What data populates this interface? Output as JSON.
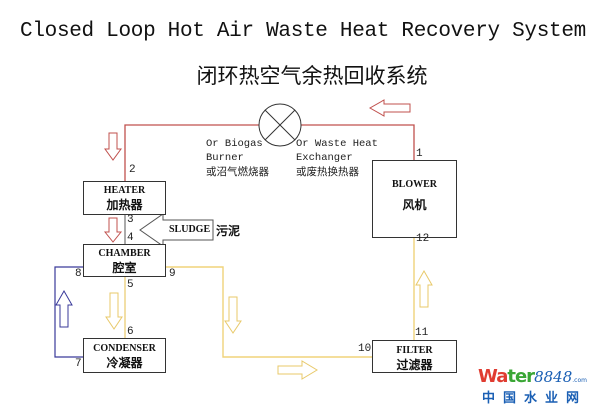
{
  "title": {
    "english": "Closed Loop Hot Air Waste Heat Recovery System",
    "chinese": "闭环热空气余热回收系统"
  },
  "components": {
    "heater": {
      "en": "HEATER",
      "cn": "加热器"
    },
    "chamber": {
      "en": "CHAMBER",
      "cn": "腔室"
    },
    "condenser": {
      "en": "CONDENSER",
      "cn": "冷凝器"
    },
    "filter": {
      "en": "FILTER",
      "cn": "过滤器"
    },
    "blower": {
      "en": "BLOWER",
      "cn": "风机"
    }
  },
  "notes": {
    "burner": {
      "line1": "Or Biogas",
      "line2": "Burner",
      "cn": "或沼气燃烧器"
    },
    "exchanger": {
      "line1": "Or Waste Heat",
      "line2": "Exchanger",
      "cn": "或废热换热器"
    }
  },
  "sludge": {
    "en": "SLUDGE",
    "cn": "污泥"
  },
  "points": [
    "1",
    "2",
    "3",
    "4",
    "5",
    "6",
    "7",
    "8",
    "9",
    "10",
    "11",
    "12"
  ],
  "colors": {
    "hot_air_line": "#c0504d",
    "condensate_loop": "#3a3a9a",
    "return_air_line": "#f0d37a",
    "box_border": "#333333"
  },
  "logo": {
    "wa": "Wa",
    "ter": "ter",
    "number": "8848",
    "com": ".com",
    "cn": "中国水业网",
    "colors": {
      "wa": "#e03c31",
      "ter": "#3aa635",
      "text": "#1a5fb4"
    }
  }
}
